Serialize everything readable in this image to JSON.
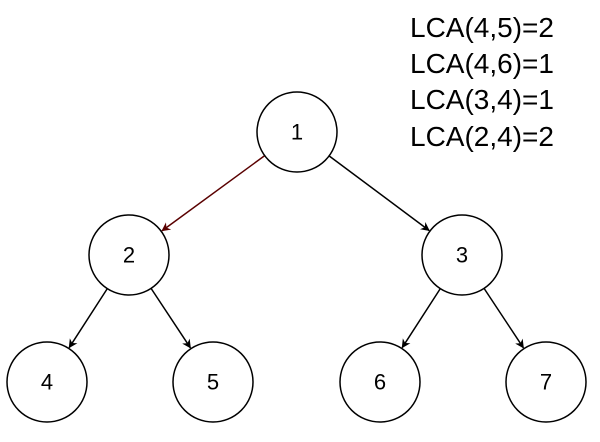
{
  "nodes": [
    {
      "id": "1",
      "label": "1"
    },
    {
      "id": "2",
      "label": "2"
    },
    {
      "id": "3",
      "label": "3"
    },
    {
      "id": "4",
      "label": "4"
    },
    {
      "id": "5",
      "label": "5"
    },
    {
      "id": "6",
      "label": "6"
    },
    {
      "id": "7",
      "label": "7"
    }
  ],
  "edges": [
    {
      "from": "1",
      "to": "2",
      "color": "#5a0000"
    },
    {
      "from": "1",
      "to": "3",
      "color": "#000000"
    },
    {
      "from": "2",
      "to": "4",
      "color": "#000000"
    },
    {
      "from": "2",
      "to": "5",
      "color": "#000000"
    },
    {
      "from": "3",
      "to": "6",
      "color": "#000000"
    },
    {
      "from": "3",
      "to": "7",
      "color": "#000000"
    }
  ],
  "lca_queries": [
    "LCA(4,5)=2",
    "LCA(4,6)=1",
    "LCA(3,4)=1",
    "LCA(2,4)=2"
  ]
}
